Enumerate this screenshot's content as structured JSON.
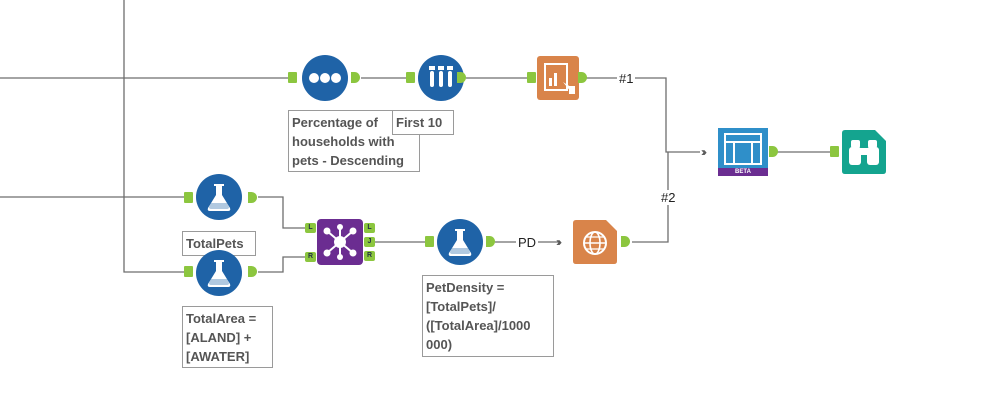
{
  "colors": {
    "sample": "#1f63a7",
    "formula": "#1f63a7",
    "join": "#6b2d91",
    "report": "#d9844a",
    "render": "#2f8fc9",
    "browse": "#14a48f",
    "anchor": "#8cc63f",
    "wire": "#6e6e6e"
  },
  "tools": {
    "sort": {
      "icon": "dots-icon"
    },
    "sample": {
      "icon": "test-tubes-icon"
    },
    "report": {
      "icon": "report-chart-icon"
    },
    "formula_totalpets": {
      "icon": "flask-icon"
    },
    "formula_totalarea": {
      "icon": "flask-icon"
    },
    "join": {
      "icon": "join-icon",
      "anchors": [
        "L",
        "J",
        "R",
        "L",
        "R"
      ]
    },
    "formula_petdensity": {
      "icon": "flask-icon"
    },
    "map": {
      "icon": "globe-icon"
    },
    "layout": {
      "icon": "layout-icon",
      "badge": "BETA"
    },
    "browse": {
      "icon": "binoculars-icon"
    }
  },
  "annotations": {
    "sort": "Percentage of\nhouseholds with\npets - Descending",
    "sample": "First 10",
    "totalpets": "TotalPets",
    "totalarea": "TotalArea =\n[ALAND] +\n[AWATER]",
    "petdensity": "PetDensity =\n[TotalPets]/\n([TotalArea]/1000\n000)"
  },
  "wire_labels": {
    "report_out": "#1",
    "map_out": "#2",
    "formula_out": "PD"
  }
}
